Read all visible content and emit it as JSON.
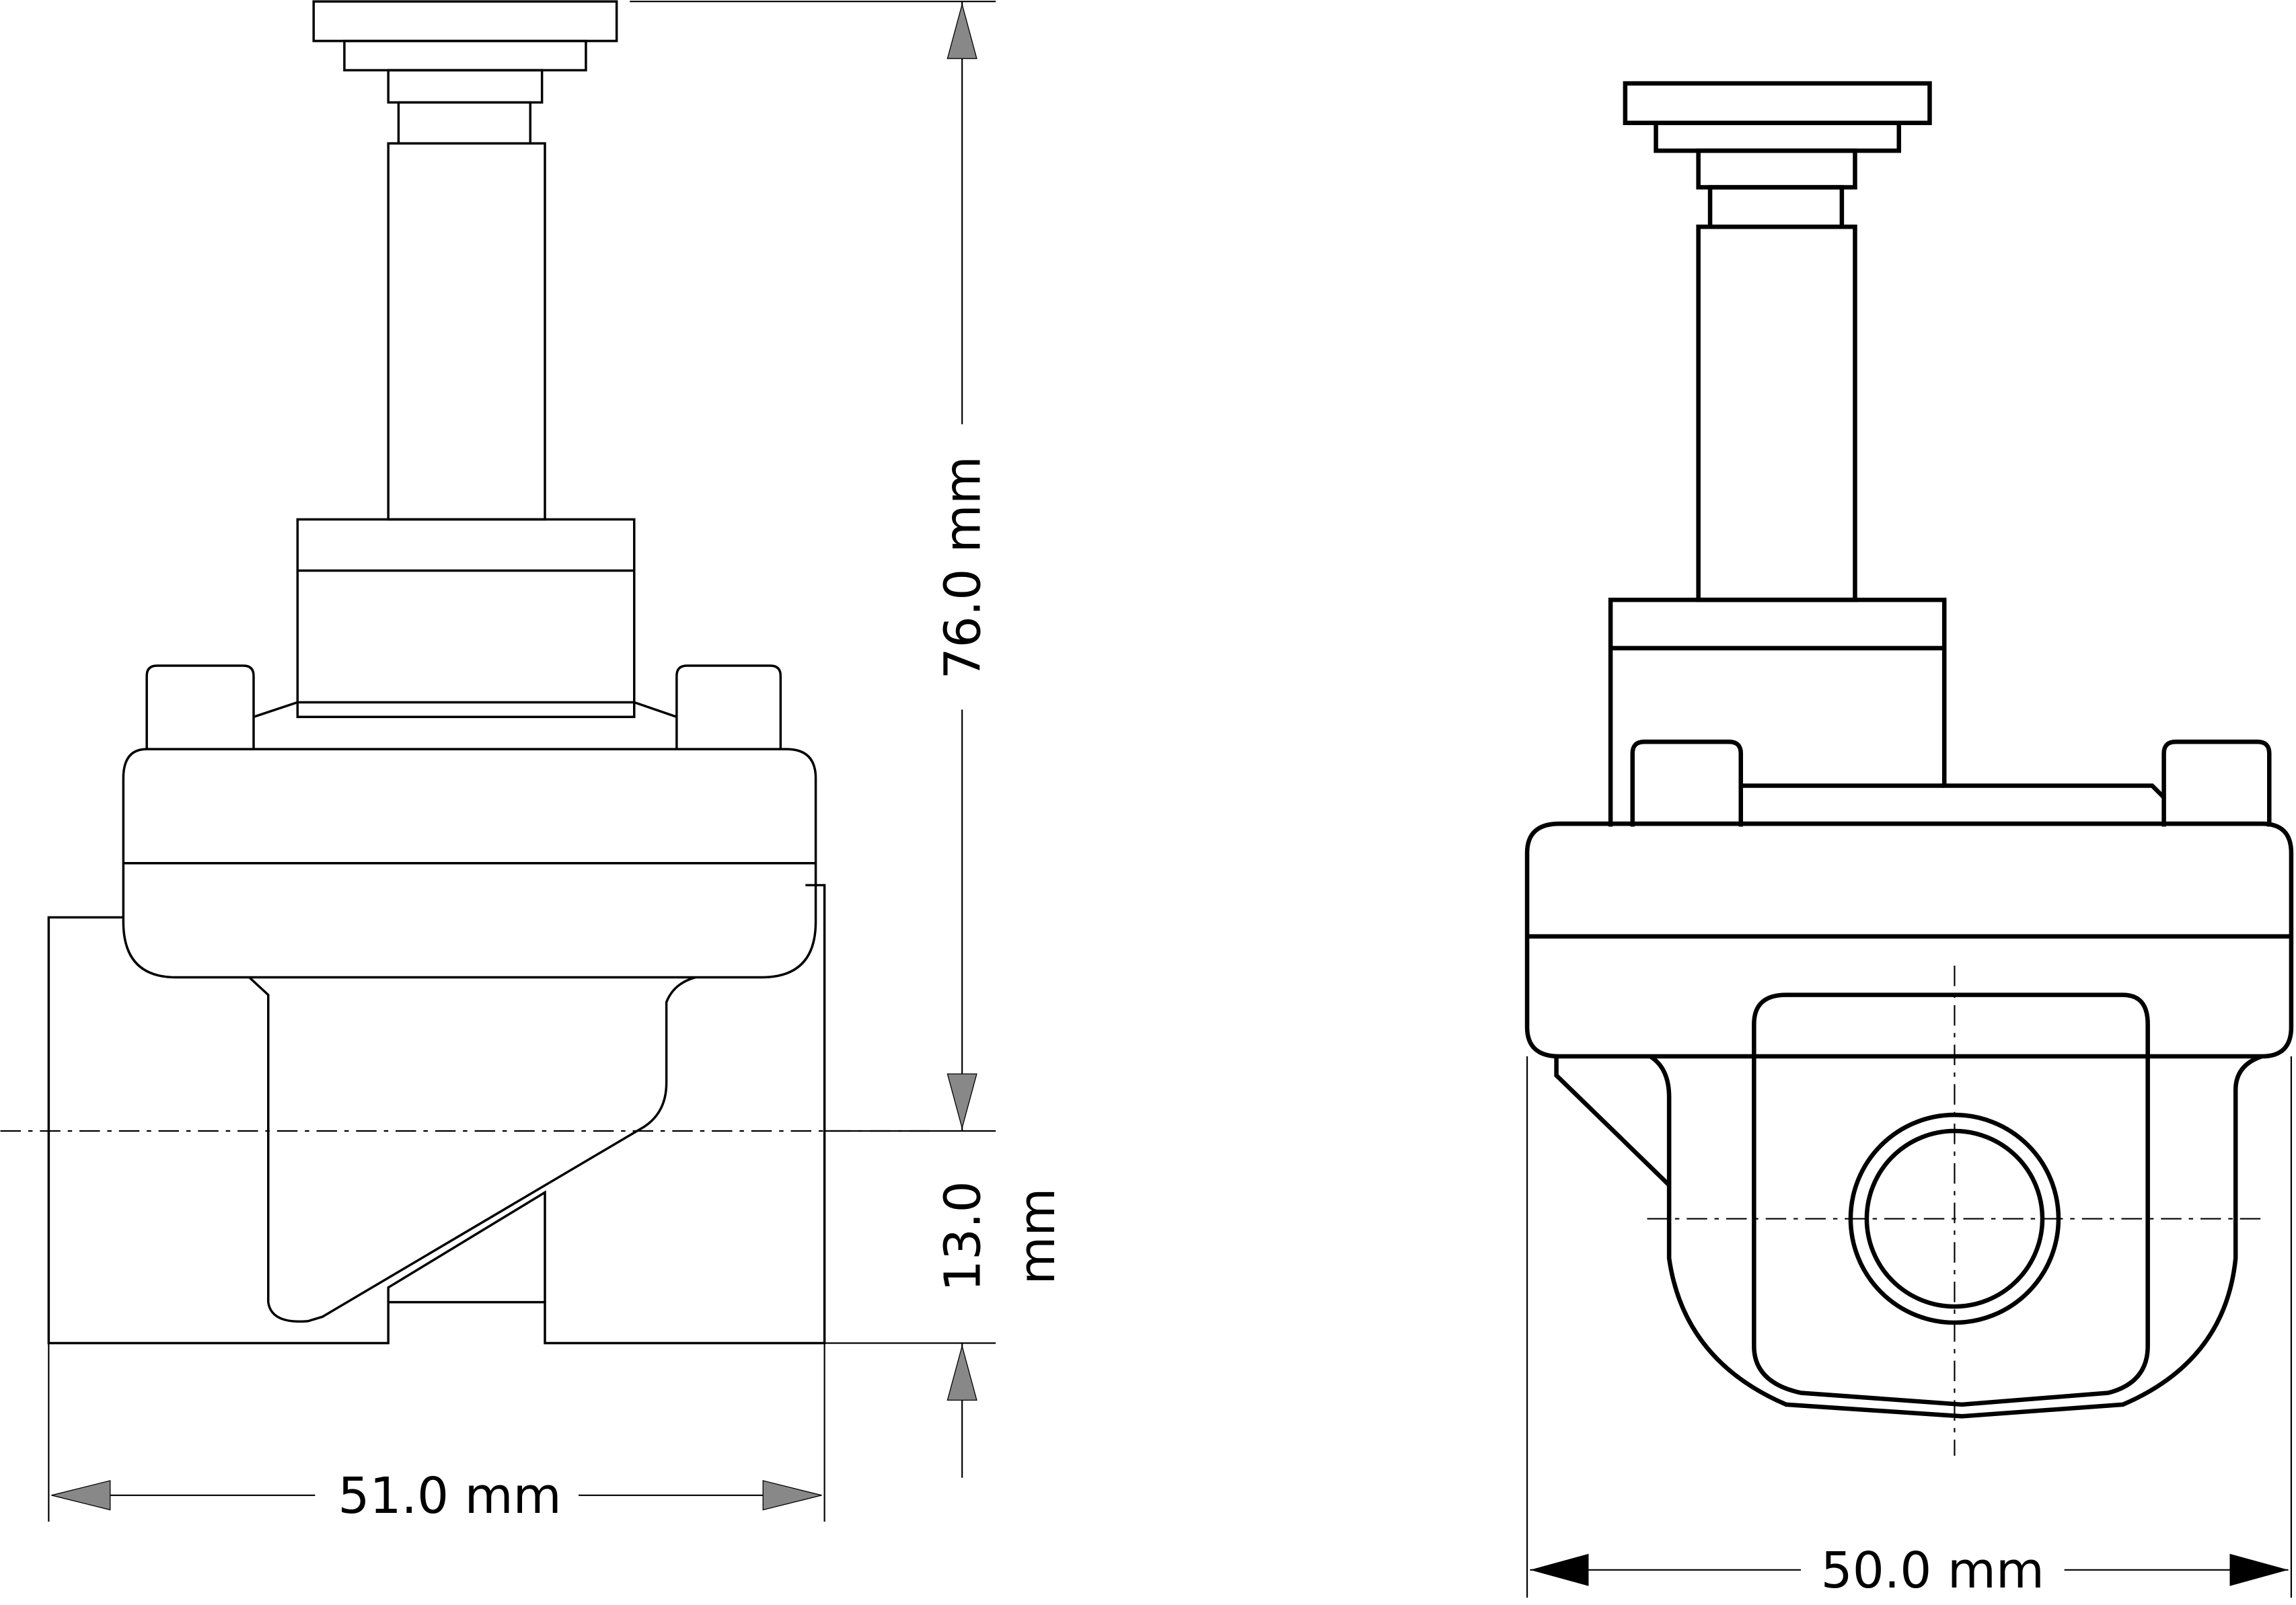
{
  "drawing": {
    "dimensions": {
      "overall_height": "76.0 mm",
      "port_center_height_value": "13.0",
      "port_center_height_unit": "mm",
      "side_width": "51.0 mm",
      "front_width": "50.0 mm"
    }
  }
}
